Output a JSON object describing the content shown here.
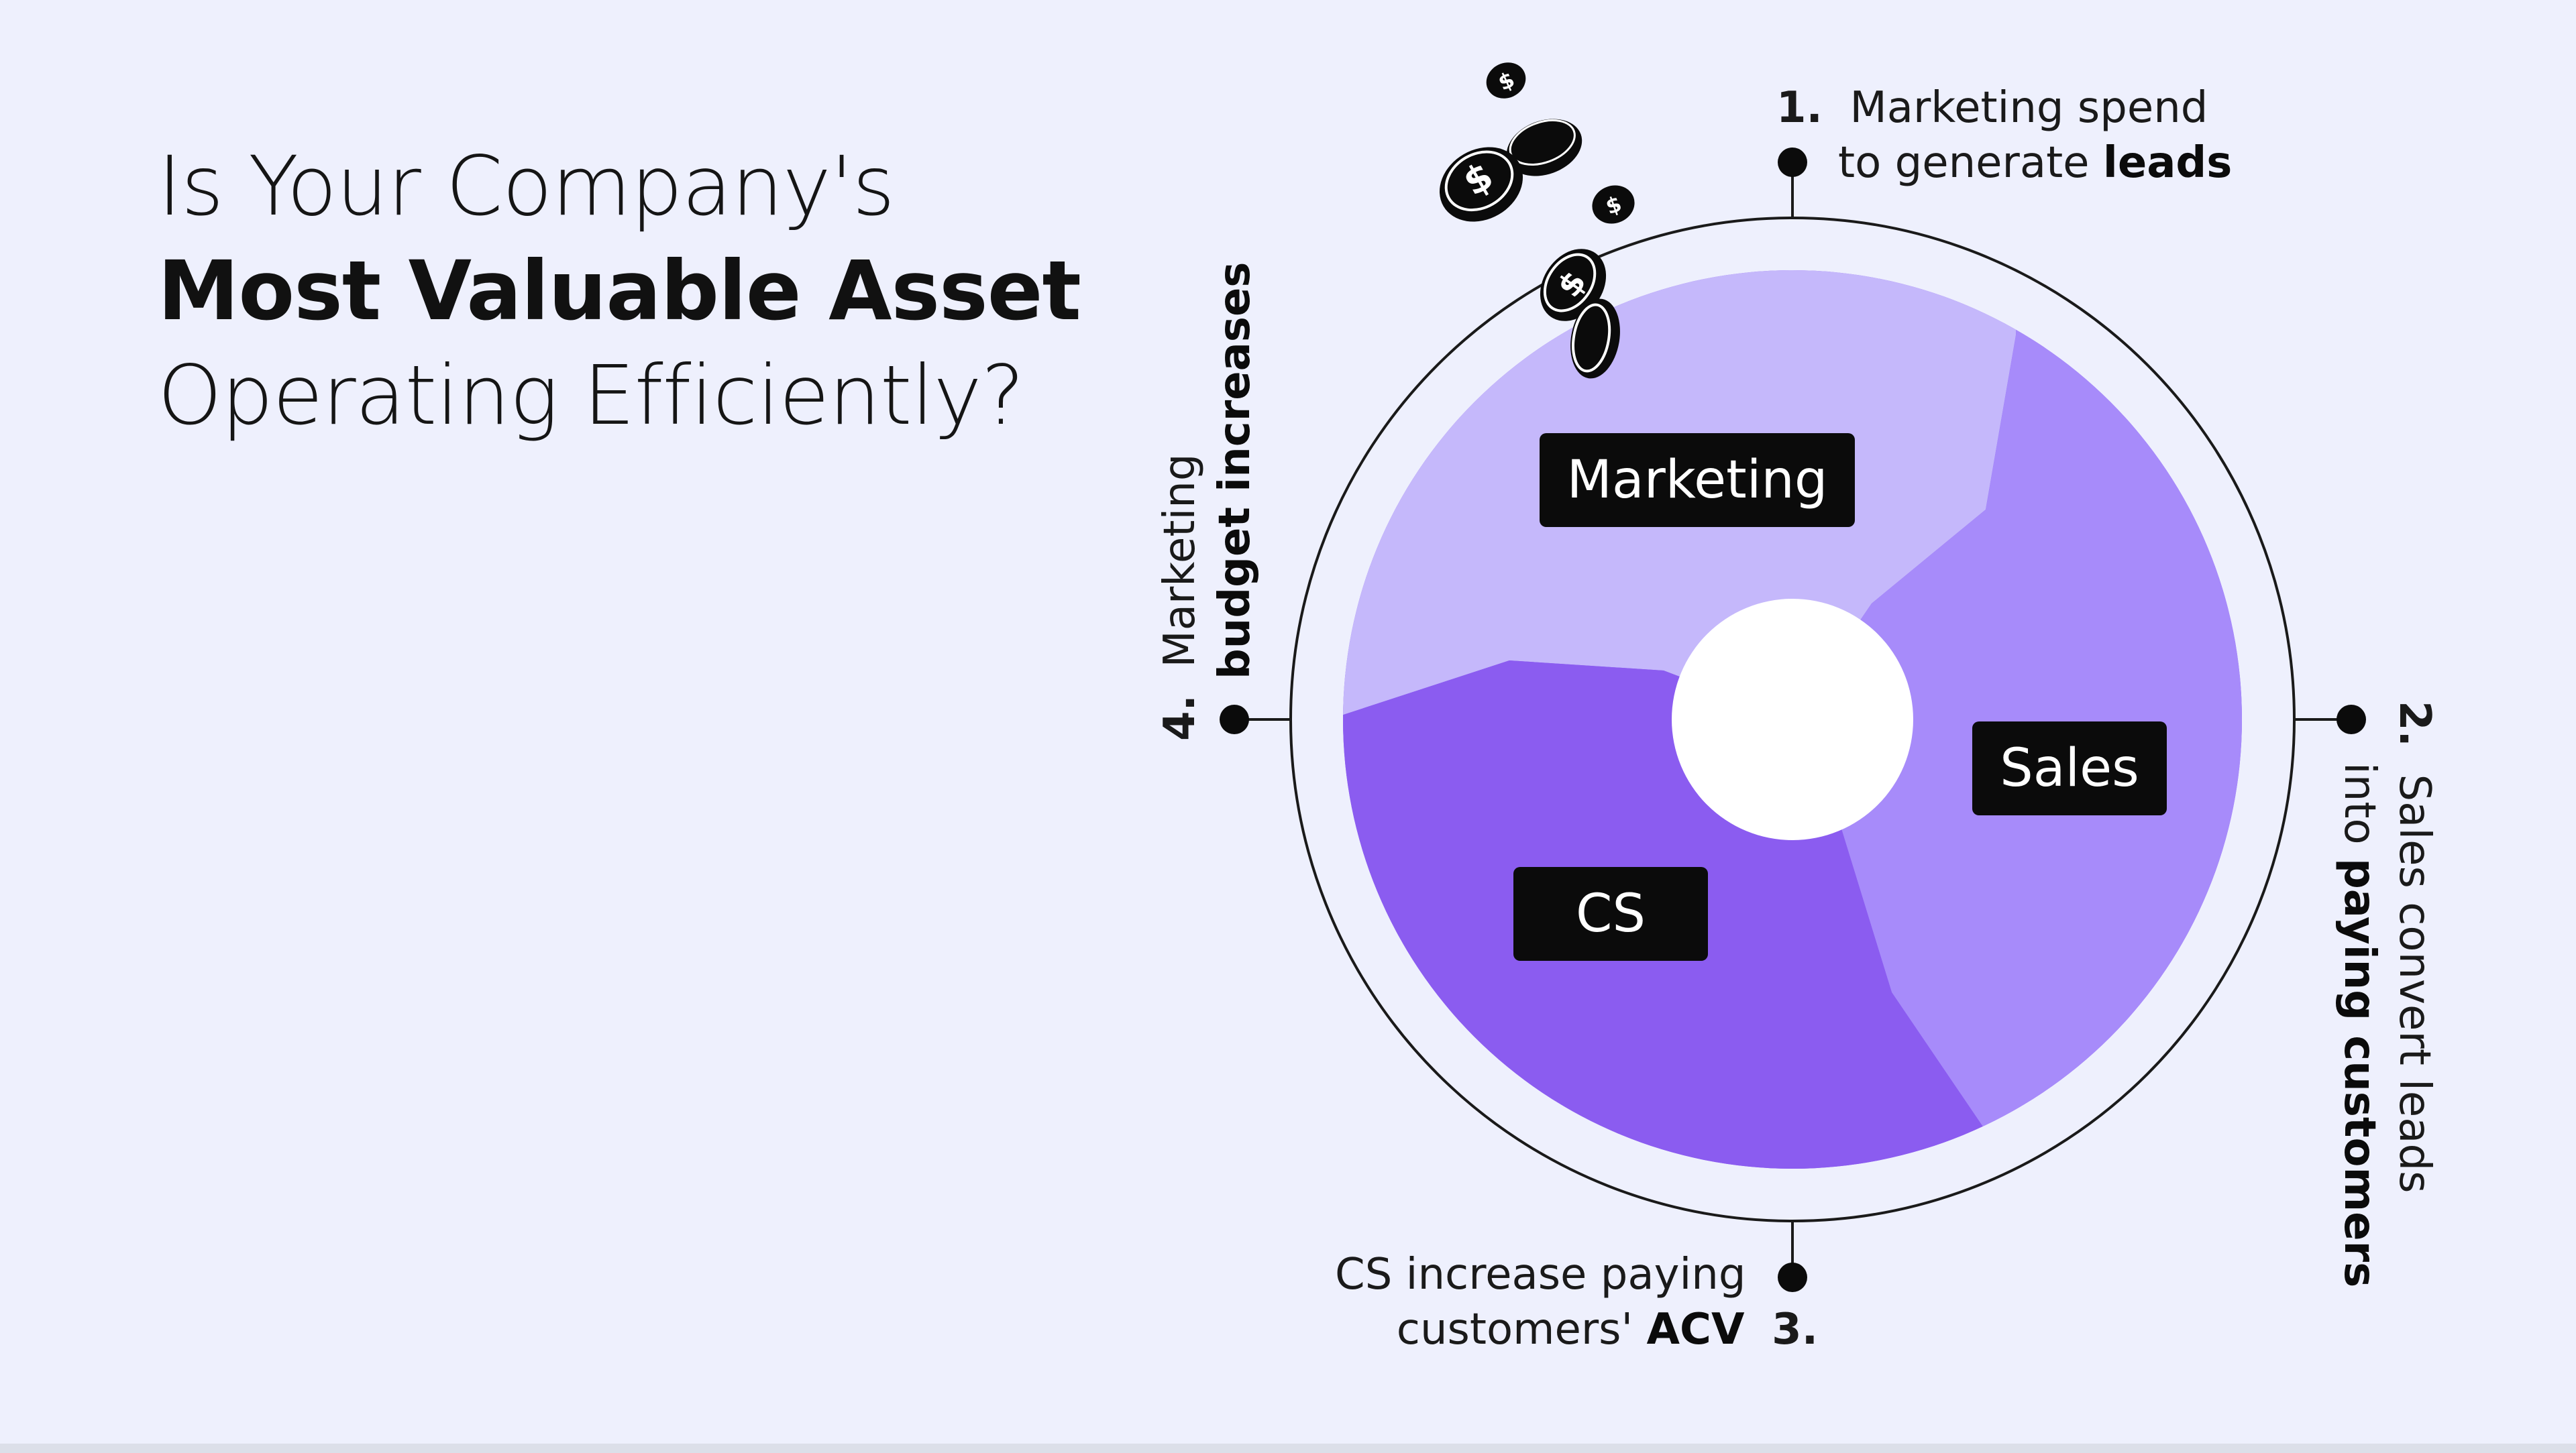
{
  "headline": {
    "line1": "Is Your Company's",
    "line2": "Most Valuable Asset",
    "line3": "Operating Efficiently?"
  },
  "segments": {
    "marketing": "Marketing",
    "sales": "Sales",
    "cs": "CS"
  },
  "steps": {
    "step1": {
      "num": "1.",
      "line1": "Marketing spend",
      "line2_pre": "to generate ",
      "line2_bold": "leads"
    },
    "step2": {
      "num": "2.",
      "line1": "Sales convert leads",
      "line2_pre": "into ",
      "line2_bold": "paying customers"
    },
    "step3": {
      "num": "3.",
      "line1": "CS increase paying",
      "line2_pre": "customers' ",
      "line2_bold": "ACV"
    },
    "step4": {
      "num": "4.",
      "line1": "Marketing",
      "line2_bold": "budget increases"
    }
  },
  "colors": {
    "background": "#eef0fd",
    "marketing": "#c5b8fb",
    "sales": "#a78bfa",
    "cs": "#8b5cf0",
    "label_bg": "#0b0b0b",
    "ring": "#1a1a1a"
  },
  "icons": [
    "coin-icon",
    "dollar-icon"
  ]
}
